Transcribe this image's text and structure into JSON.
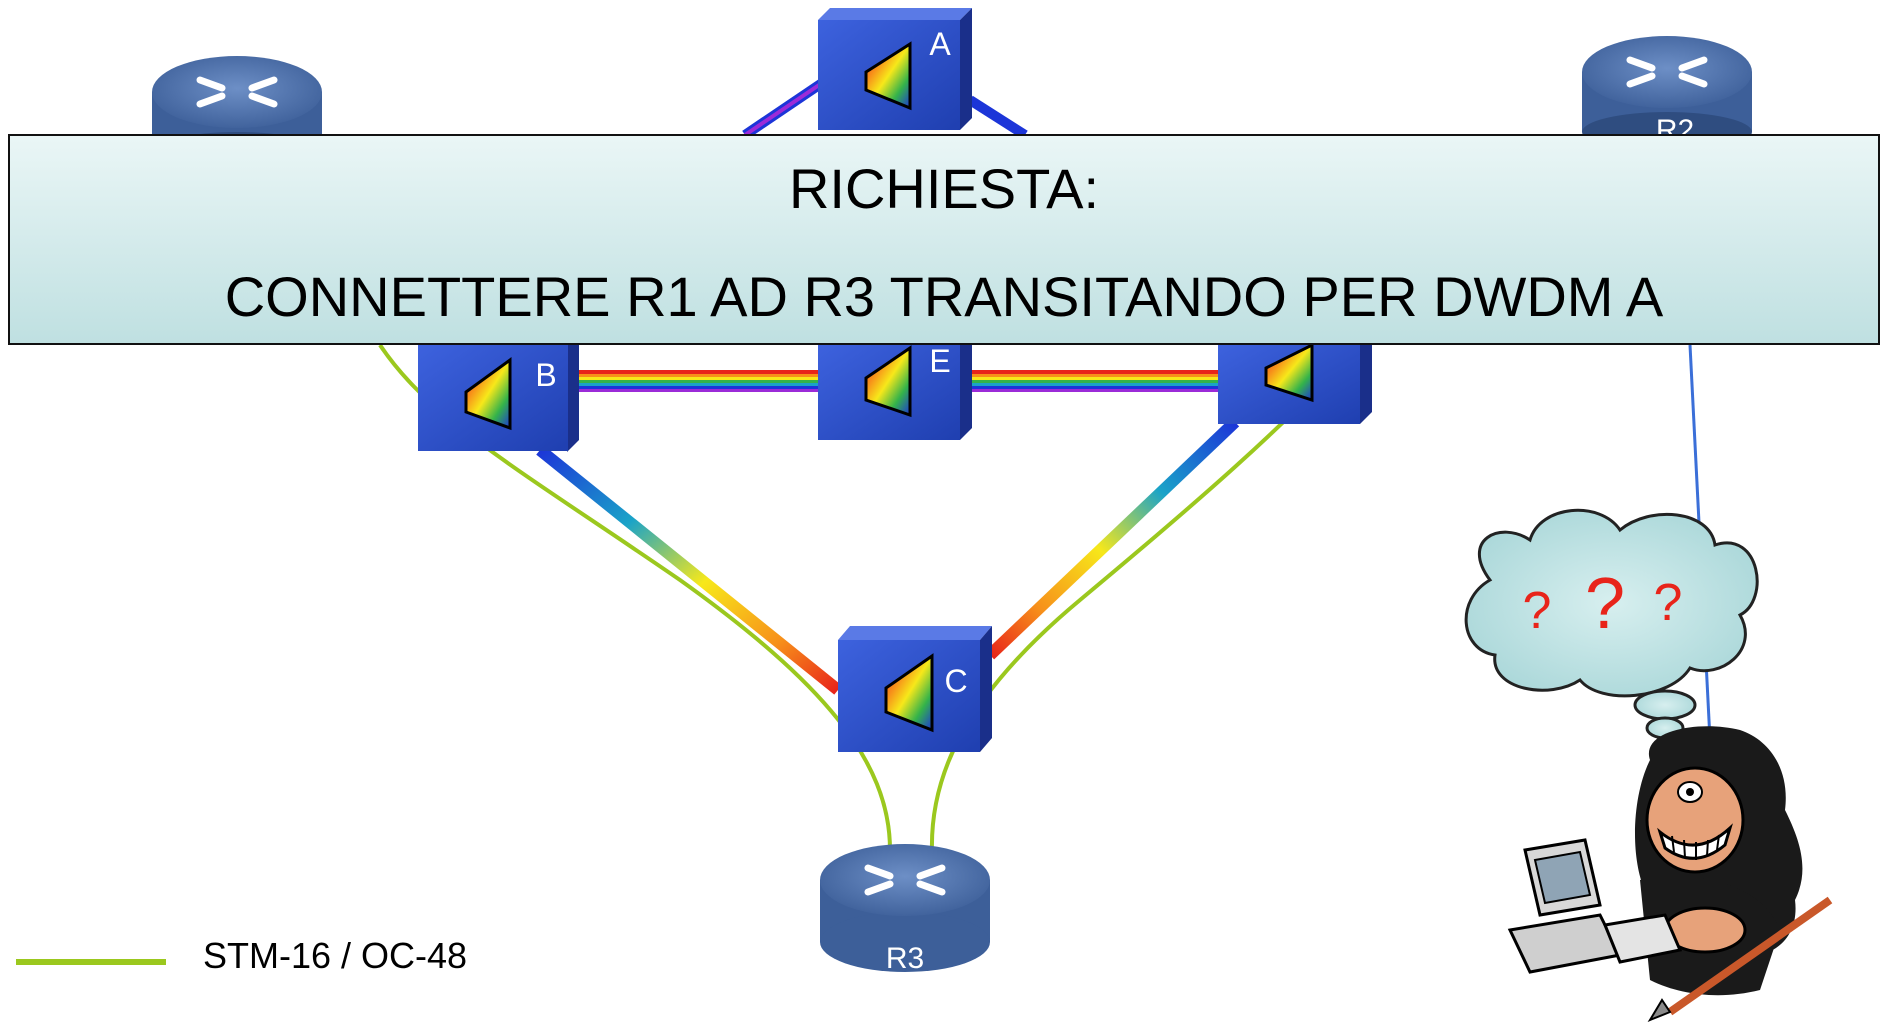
{
  "banner": {
    "line1": "RICHIESTA:",
    "line2": "CONNETTERE R1 AD R3 TRANSITANDO PER DWDM A"
  },
  "nodes": {
    "A": "A",
    "B": "B",
    "E": "E",
    "C": "C",
    "D": ""
  },
  "routers": {
    "R1": "",
    "R2": "R2",
    "R3": "R3"
  },
  "thought": {
    "q1": "?",
    "q2": "?",
    "q3": "?"
  },
  "legend": {
    "label": "STM-16 / OC-48",
    "color": "#9bc81e"
  },
  "colors": {
    "node": "#2b4fc9",
    "router": "#4a6fa5",
    "banner": "#bfe0e1",
    "question": "#e8241a",
    "ip_link": "#3b6fd8"
  }
}
